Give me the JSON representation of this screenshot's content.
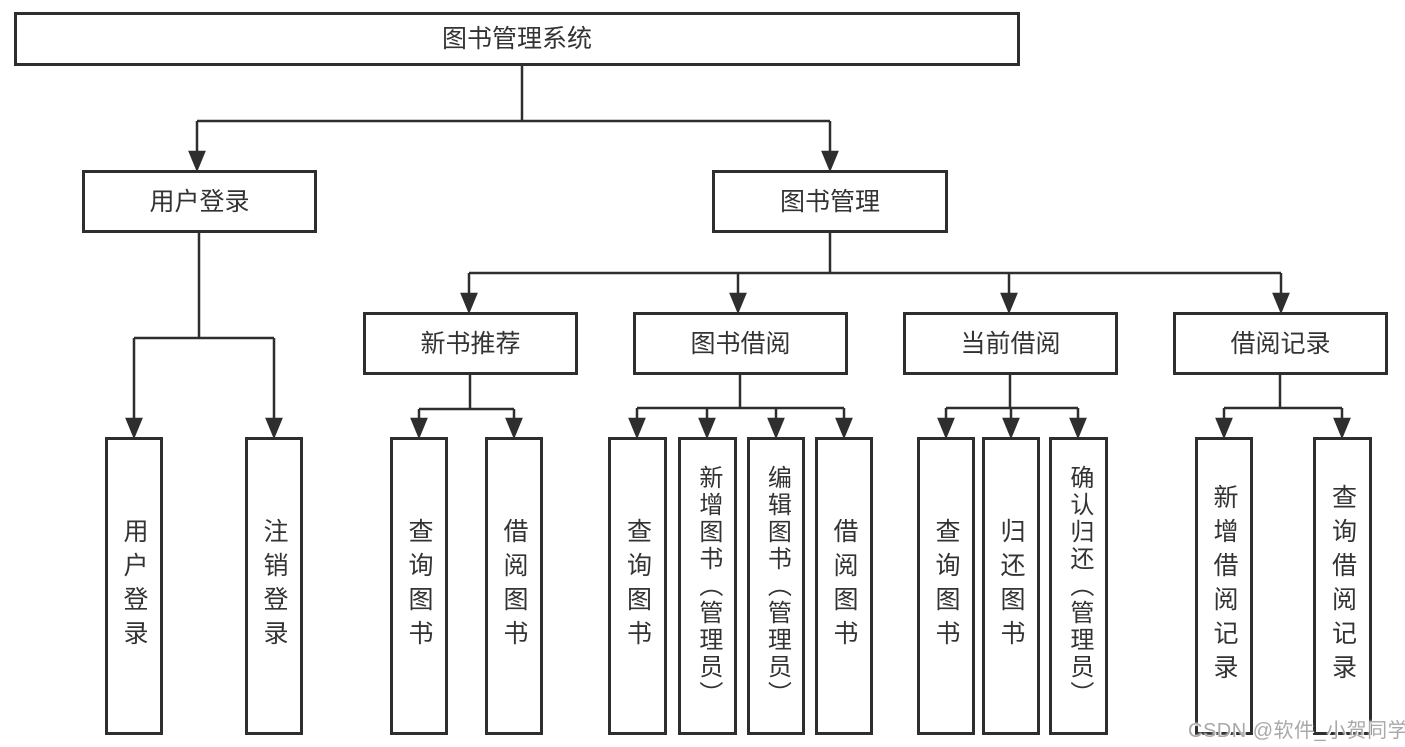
{
  "diagram": {
    "root": {
      "label": "图书管理系统"
    },
    "user_login": {
      "label": "用户登录",
      "children": [
        {
          "label": "用户登录"
        },
        {
          "label": "注销登录"
        }
      ]
    },
    "book_management": {
      "label": "图书管理",
      "children": [
        {
          "label": "新书推荐",
          "children": [
            {
              "label": "查询图书"
            },
            {
              "label": "借阅图书"
            }
          ]
        },
        {
          "label": "图书借阅",
          "children": [
            {
              "label": "查询图书"
            },
            {
              "label": "新增图书（管理员）"
            },
            {
              "label": "编辑图书（管理员）"
            },
            {
              "label": "借阅图书"
            }
          ]
        },
        {
          "label": "当前借阅",
          "children": [
            {
              "label": "查询图书"
            },
            {
              "label": "归还图书"
            },
            {
              "label": "确认归还（管理员）"
            }
          ]
        },
        {
          "label": "借阅记录",
          "children": [
            {
              "label": "新增借阅记录"
            },
            {
              "label": "查询借阅记录"
            }
          ]
        }
      ]
    }
  },
  "watermark": {
    "text": "CSDN @软件_小贺同学"
  },
  "colors": {
    "line": "#2e2e2e",
    "text": "#333333",
    "background": "#ffffff",
    "watermark": "#a9a9a9"
  }
}
